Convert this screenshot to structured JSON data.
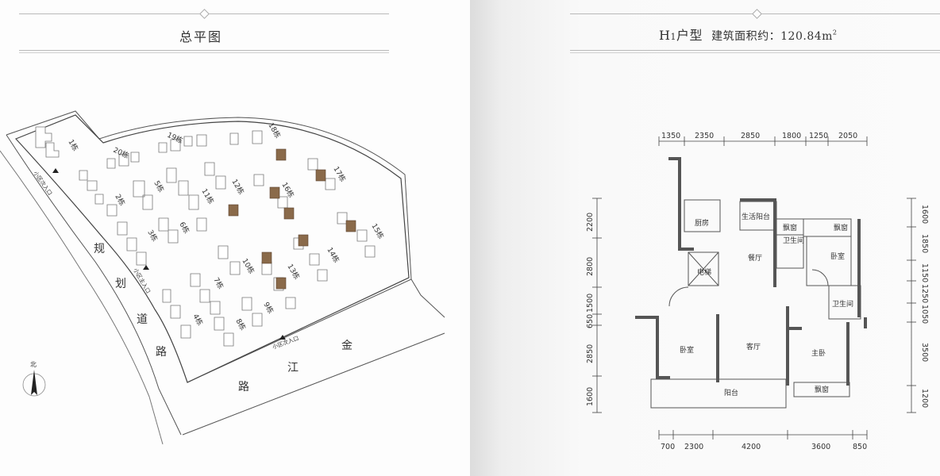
{
  "left": {
    "title": "总平图",
    "roads": {
      "road_a": [
        "规",
        "划",
        "道",
        "路"
      ],
      "road_b": [
        "金",
        "江",
        "路"
      ]
    },
    "entrances": {
      "secondary_1": "小区次入口",
      "main": "小区主入口",
      "secondary_2": "小区次入口"
    },
    "north": "北",
    "buildings": [
      {
        "label": "1栋",
        "highlight": false
      },
      {
        "label": "2栋",
        "highlight": false
      },
      {
        "label": "3栋",
        "highlight": false
      },
      {
        "label": "4栋",
        "highlight": false
      },
      {
        "label": "5栋",
        "highlight": false
      },
      {
        "label": "6栋",
        "highlight": false
      },
      {
        "label": "7栋",
        "highlight": false
      },
      {
        "label": "8栋",
        "highlight": false
      },
      {
        "label": "9栋",
        "highlight": false
      },
      {
        "label": "10栋",
        "highlight": false
      },
      {
        "label": "11栋",
        "highlight": false
      },
      {
        "label": "12栋",
        "highlight": true
      },
      {
        "label": "13栋",
        "highlight": true
      },
      {
        "label": "14栋",
        "highlight": true
      },
      {
        "label": "15栋",
        "highlight": true
      },
      {
        "label": "16栋",
        "highlight": true
      },
      {
        "label": "17栋",
        "highlight": true
      },
      {
        "label": "18栋",
        "highlight": true
      },
      {
        "label": "19栋",
        "highlight": false
      },
      {
        "label": "20栋",
        "highlight": false
      }
    ],
    "highlight_color": "#8a6a4a"
  },
  "right": {
    "title_prefix": "H",
    "title_index": "1",
    "title_type": "户型",
    "title_area_label": "建筑面积约：",
    "title_area_value": "120.84m",
    "title_area_sup": "2",
    "dims_top": [
      "1350",
      "2350",
      "2850",
      "1800",
      "1250",
      "2050"
    ],
    "dims_bottom": [
      "700",
      "2300",
      "4200",
      "3600",
      "850"
    ],
    "dims_left": [
      "2200",
      "2800",
      "1500",
      "650",
      "2850",
      "1600"
    ],
    "dims_right": [
      "1600",
      "1850",
      "1150",
      "1250",
      "1050",
      "3500",
      "1200"
    ],
    "rooms": {
      "kitchen": "厨房",
      "service_balcony": "生活阳台",
      "bay_window_1": "飘窗",
      "bay_window_2": "飘窗",
      "bay_window_3": "飘窗",
      "bathroom_1": "卫生间",
      "bathroom_2": "卫生间",
      "dining": "餐厅",
      "bedroom_1": "卧室",
      "bedroom_2": "卧室",
      "elevator": "电梯",
      "living": "客厅",
      "master": "主卧",
      "balcony": "阳台"
    }
  }
}
